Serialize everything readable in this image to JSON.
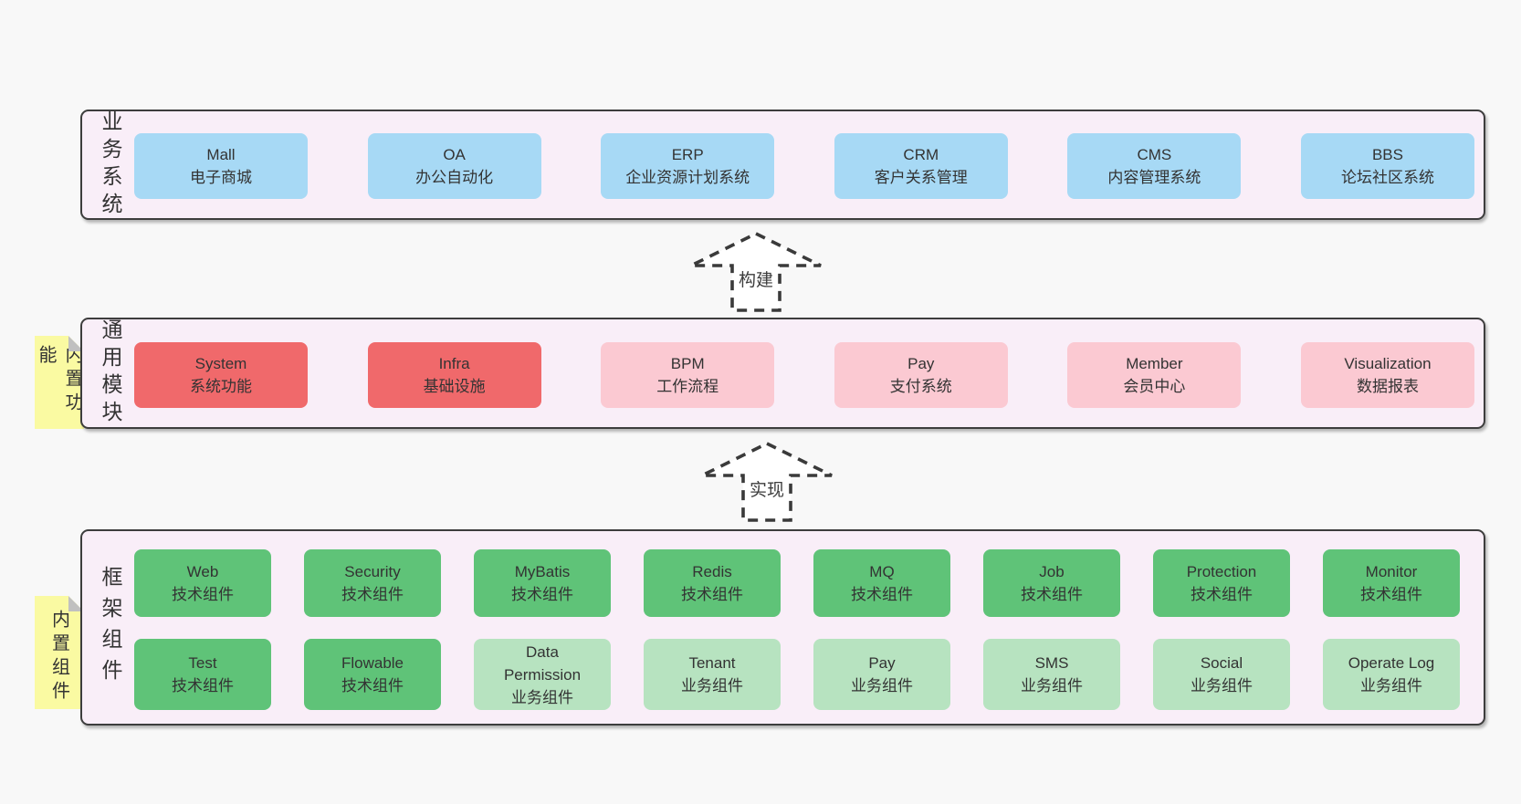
{
  "colors": {
    "page_bg": "#f8f8f8",
    "band_bg": "#f9eef8",
    "band_border": "#3d3d3d",
    "blue_box": "#a7d9f5",
    "red_box": "#f0696b",
    "pink_box": "#fbc9d2",
    "green_dark_box": "#5fc378",
    "green_light_box": "#b7e3c0",
    "sticky_yellow": "#fafaa2",
    "sticky_fold": "#c0c0c0",
    "text": "#333333"
  },
  "arrows": [
    {
      "label": "构建"
    },
    {
      "label": "实现"
    }
  ],
  "bands": {
    "business": {
      "label": "业务系统",
      "boxes": [
        {
          "title": "Mall",
          "subtitle": "电子商城"
        },
        {
          "title": "OA",
          "subtitle": "办公自动化"
        },
        {
          "title": "ERP",
          "subtitle": "企业资源计划系统"
        },
        {
          "title": "CRM",
          "subtitle": "客户关系管理"
        },
        {
          "title": "CMS",
          "subtitle": "内容管理系统"
        },
        {
          "title": "BBS",
          "subtitle": "论坛社区系统"
        }
      ]
    },
    "modules": {
      "label": "通用模块",
      "sticky": "内置功能",
      "boxes": [
        {
          "title": "System",
          "subtitle": "系统功能",
          "variant": "red"
        },
        {
          "title": "Infra",
          "subtitle": "基础设施",
          "variant": "red"
        },
        {
          "title": "BPM",
          "subtitle": "工作流程",
          "variant": "pink"
        },
        {
          "title": "Pay",
          "subtitle": "支付系统",
          "variant": "pink"
        },
        {
          "title": "Member",
          "subtitle": "会员中心",
          "variant": "pink"
        },
        {
          "title": "Visualization",
          "subtitle": "数据报表",
          "variant": "pink"
        }
      ]
    },
    "components": {
      "label": "框架组件",
      "sticky": "内置组件",
      "rows": [
        [
          {
            "title": "Web",
            "subtitle": "技术组件",
            "variant": "green-dark"
          },
          {
            "title": "Security",
            "subtitle": "技术组件",
            "variant": "green-dark"
          },
          {
            "title": "MyBatis",
            "subtitle": "技术组件",
            "variant": "green-dark"
          },
          {
            "title": "Redis",
            "subtitle": "技术组件",
            "variant": "green-dark"
          },
          {
            "title": "MQ",
            "subtitle": "技术组件",
            "variant": "green-dark"
          },
          {
            "title": "Job",
            "subtitle": "技术组件",
            "variant": "green-dark"
          },
          {
            "title": "Protection",
            "subtitle": "技术组件",
            "variant": "green-dark"
          },
          {
            "title": "Monitor",
            "subtitle": "技术组件",
            "variant": "green-dark"
          }
        ],
        [
          {
            "title": "Test",
            "subtitle": "技术组件",
            "variant": "green-dark"
          },
          {
            "title": "Flowable",
            "subtitle": "技术组件",
            "variant": "green-dark"
          },
          {
            "title": "Data Permission",
            "subtitle": "业务组件",
            "variant": "green-light"
          },
          {
            "title": "Tenant",
            "subtitle": "业务组件",
            "variant": "green-light"
          },
          {
            "title": "Pay",
            "subtitle": "业务组件",
            "variant": "green-light"
          },
          {
            "title": "SMS",
            "subtitle": "业务组件",
            "variant": "green-light"
          },
          {
            "title": "Social",
            "subtitle": "业务组件",
            "variant": "green-light"
          },
          {
            "title": "Operate Log",
            "subtitle": "业务组件",
            "variant": "green-light"
          }
        ]
      ]
    }
  }
}
